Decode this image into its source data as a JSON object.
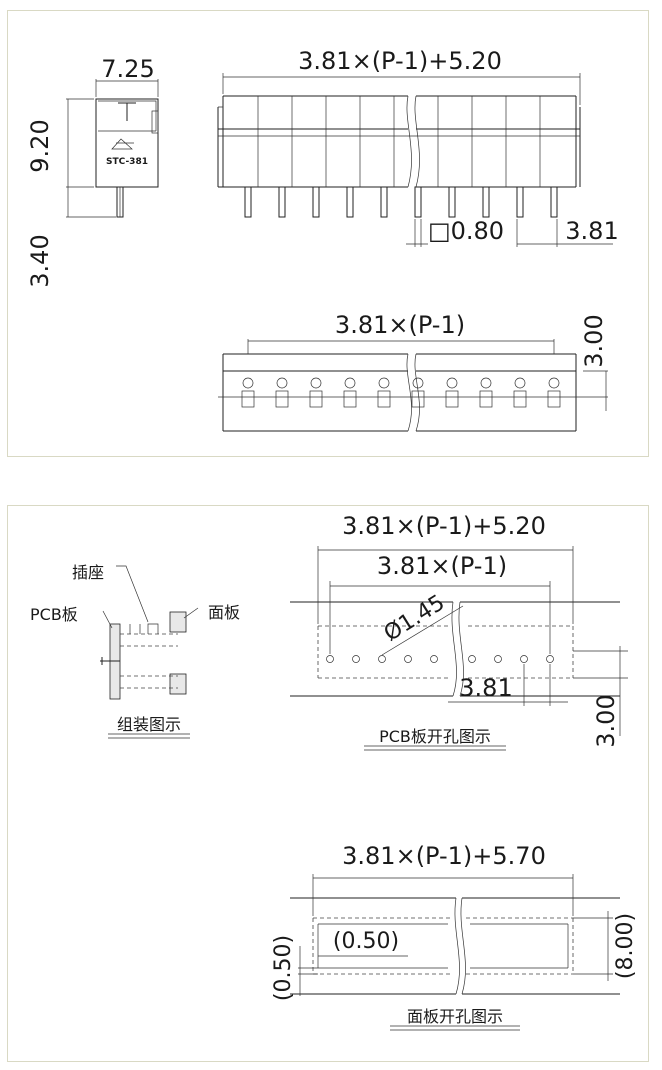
{
  "top_panel": {
    "side_width": "7.25",
    "side_height": "9.20",
    "pin_length": "3.40",
    "model": "STC-381",
    "front_length": "3.81×(P-1)+5.20",
    "pin_size": "□0.80",
    "pitch": "3.81",
    "top_view_length": "3.81×(P-1)",
    "top_view_offset": "3.00"
  },
  "bottom_panel": {
    "assembly": {
      "socket_label": "插座",
      "pcb_label": "PCB板",
      "panel_label": "面板",
      "caption": "组装图示"
    },
    "pcb_layout": {
      "overall": "3.81×(P-1)+5.20",
      "pitch_span": "3.81×(P-1)",
      "hole_diameter": "Ø1.45",
      "pitch": "3.81",
      "offset": "3.00",
      "caption": "PCB板开孔图示"
    },
    "panel_cutout": {
      "overall": "3.81×(P-1)+5.70",
      "inner_margin": "(0.50)",
      "left_margin": "(0.50)",
      "height": "(8.00)",
      "caption": "面板开孔图示"
    }
  }
}
